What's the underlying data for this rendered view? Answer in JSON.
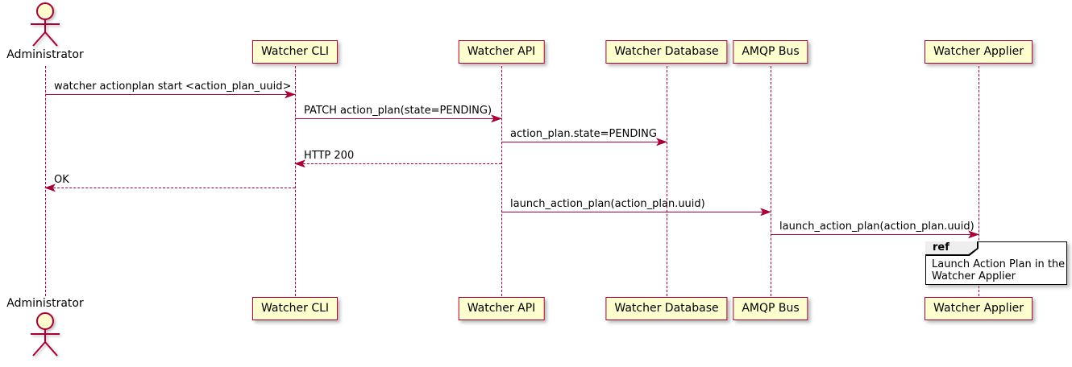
{
  "colors": {
    "accent": "#A80036",
    "participant_fill": "#FEFECE",
    "participant_border": "#A80036",
    "ref_header_fill": "#EEEEEE",
    "ref_border": "#000000",
    "text": "#000000",
    "background": "#FFFFFF"
  },
  "participants": [
    {
      "name": "Administrator",
      "type": "actor"
    },
    {
      "name": "Watcher CLI",
      "type": "participant"
    },
    {
      "name": "Watcher API",
      "type": "participant"
    },
    {
      "name": "Watcher Database",
      "type": "participant"
    },
    {
      "name": "AMQP Bus",
      "type": "participant"
    },
    {
      "name": "Watcher Applier",
      "type": "participant"
    }
  ],
  "messages": [
    {
      "from": "Administrator",
      "to": "Watcher CLI",
      "label": "watcher actionplan start <action_plan_uuid>",
      "line": "solid",
      "direction": "right"
    },
    {
      "from": "Watcher CLI",
      "to": "Watcher API",
      "label": "PATCH action_plan(state=PENDING)",
      "line": "solid",
      "direction": "right"
    },
    {
      "from": "Watcher API",
      "to": "Watcher Database",
      "label": "action_plan.state=PENDING",
      "line": "solid",
      "direction": "right"
    },
    {
      "from": "Watcher API",
      "to": "Watcher CLI",
      "label": "HTTP 200",
      "line": "dashed",
      "direction": "left"
    },
    {
      "from": "Watcher CLI",
      "to": "Administrator",
      "label": "OK",
      "line": "dashed",
      "direction": "left"
    },
    {
      "from": "Watcher API",
      "to": "AMQP Bus",
      "label": "launch_action_plan(action_plan.uuid)",
      "line": "solid",
      "direction": "right"
    },
    {
      "from": "AMQP Bus",
      "to": "Watcher Applier",
      "label": "launch_action_plan(action_plan.uuid)",
      "line": "solid",
      "direction": "right"
    }
  ],
  "ref_fragment": {
    "keyword": "ref",
    "lines": [
      "Launch Action Plan in the",
      "Watcher Applier"
    ]
  }
}
